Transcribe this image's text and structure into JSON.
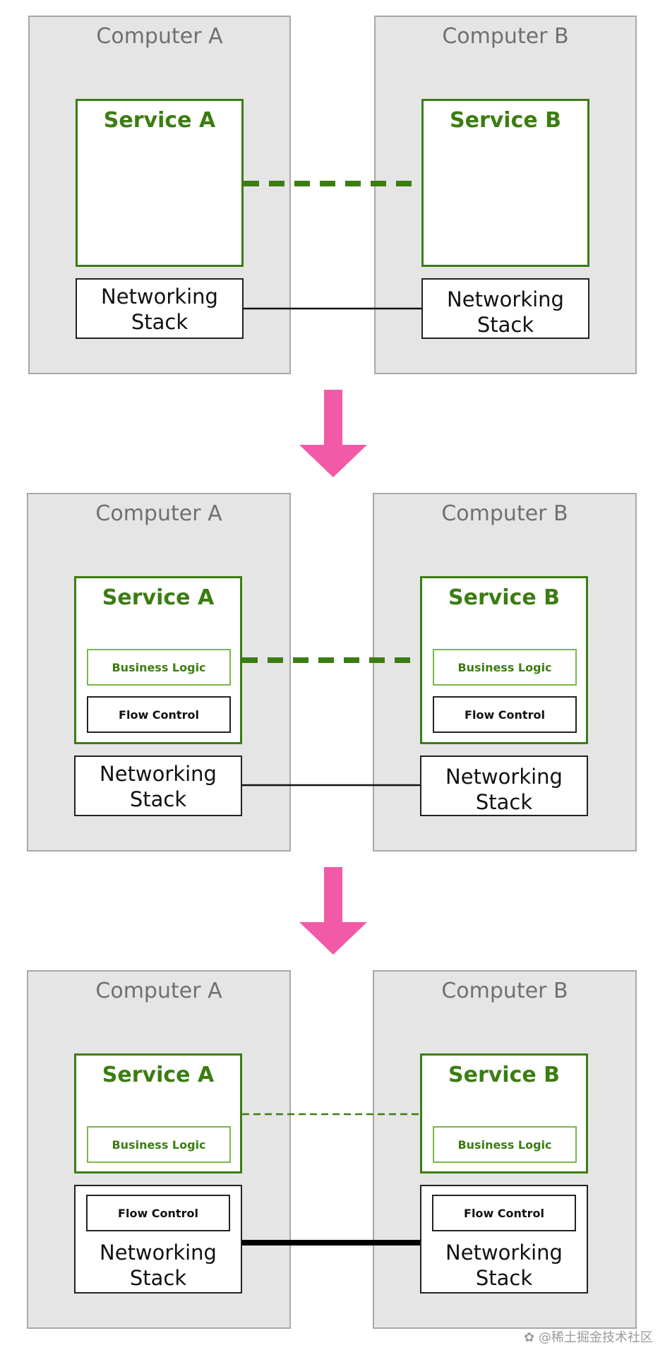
{
  "colors": {
    "service_green": "#3c7d12",
    "business_border": "#7cb64d",
    "computer_bg": "#e5e5e6",
    "arrow_pink": "#f25aa8"
  },
  "panels": [
    {
      "computer_a": "Computer A",
      "computer_b": "Computer B",
      "service_a": "Service A",
      "service_b": "Service B",
      "networking_stack_a": [
        "Networking",
        "Stack"
      ],
      "networking_stack_b": [
        "Networking",
        "Stack"
      ]
    },
    {
      "computer_a": "Computer A",
      "computer_b": "Computer B",
      "service_a": "Service A",
      "service_b": "Service B",
      "business_logic": "Business Logic",
      "flow_control": "Flow Control",
      "networking_stack_a": [
        "Networking",
        "Stack"
      ],
      "networking_stack_b": [
        "Networking",
        "Stack"
      ]
    },
    {
      "computer_a": "Computer A",
      "computer_b": "Computer B",
      "service_a": "Service A",
      "service_b": "Service B",
      "business_logic": "Business Logic",
      "flow_control": "Flow Control",
      "networking_stack_a": [
        "Networking",
        "Stack"
      ],
      "networking_stack_b": [
        "Networking",
        "Stack"
      ]
    }
  ],
  "watermark": "@稀土掘金技术社区"
}
